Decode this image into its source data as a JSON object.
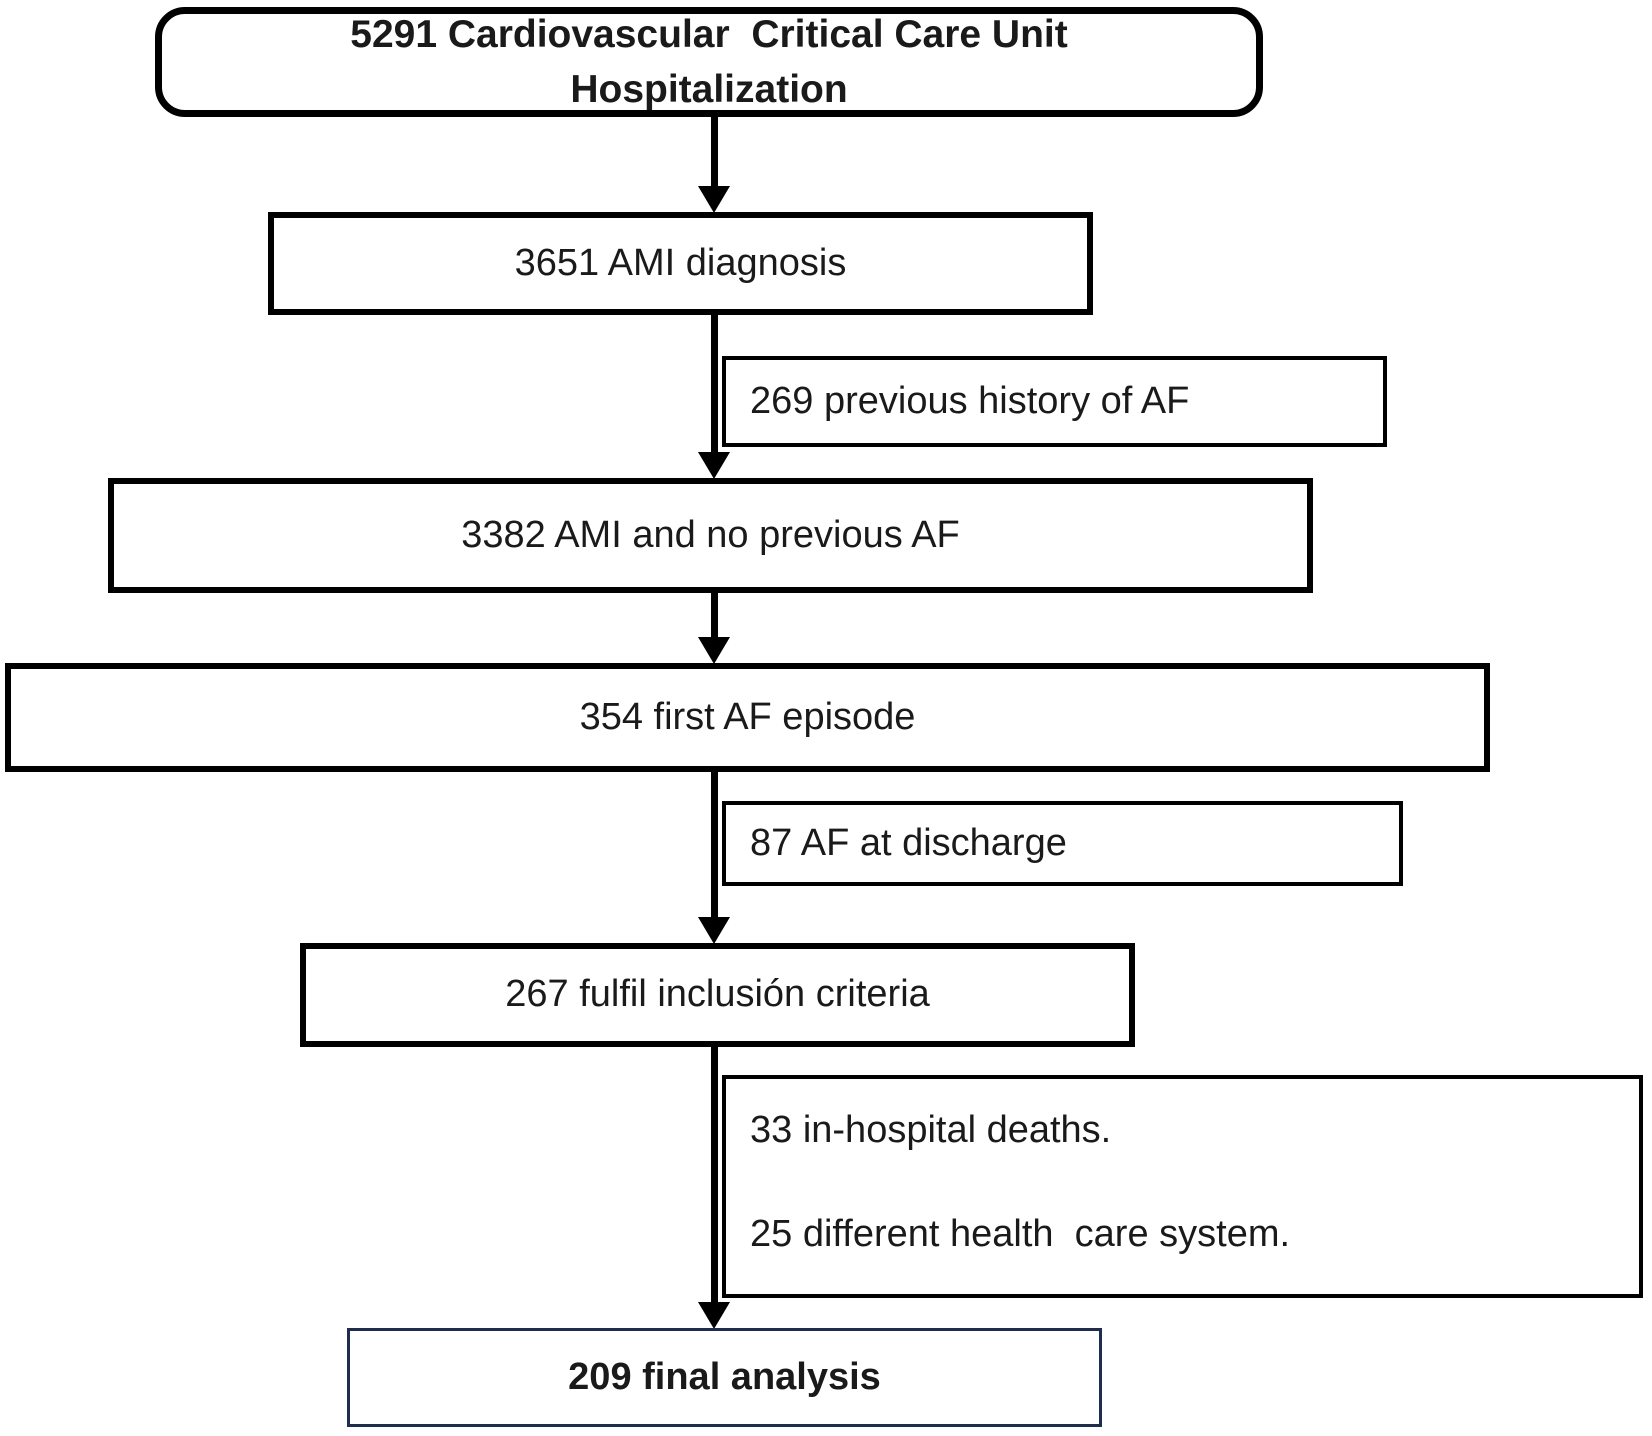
{
  "flow": {
    "title_line1": "5291 Cardiovascular  Critical Care Unit",
    "title_line2": "Hospitalization",
    "box_ami": "3651 AMI diagnosis",
    "excl_af_history": "269 previous history of AF",
    "box_no_prev_af": "3382 AMI and no previous AF",
    "box_first_af": "354 first AF episode",
    "excl_af_discharge": "87 AF at discharge",
    "box_inclusion": "267 fulfil inclusión criteria",
    "excl_deaths": "33 in-hospital deaths.",
    "excl_health_system": "25 different health  care system.",
    "box_final": "209 final analysis"
  },
  "colors": {
    "background": "#ffffff",
    "box_border": "#000000",
    "final_box_border": "#1f2d4d",
    "text": "#1a1a1a"
  }
}
